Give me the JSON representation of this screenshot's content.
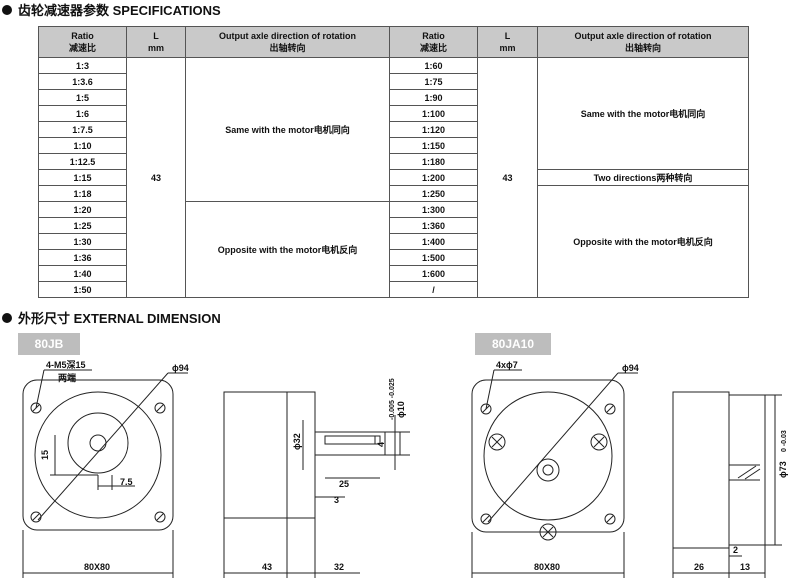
{
  "specs": {
    "title": "齿轮减速器参数 SPECIFICATIONS",
    "headers": {
      "ratio": "Ratio",
      "ratio_cn": "减速比",
      "length": "L",
      "length_unit": "mm",
      "direction": "Output axle direction of rotation",
      "direction_cn": "出轴转向"
    },
    "left_ratios": [
      "1:3",
      "1:3.6",
      "1:5",
      "1:6",
      "1:7.5",
      "1:10",
      "1:12.5",
      "1:15",
      "1:18",
      "1:20",
      "1:25",
      "1:30",
      "1:36",
      "1:40",
      "1:50"
    ],
    "left_L": "43",
    "left_same": "Same with the motor电机同向",
    "left_opposite": "Opposite with the motor电机反向",
    "right_ratios": [
      "1:60",
      "1:75",
      "1:90",
      "1:100",
      "1:120",
      "1:150",
      "1:180",
      "1:200",
      "1:250",
      "1:300",
      "1:360",
      "1:400",
      "1:500",
      "1:600",
      "/"
    ],
    "right_L": "43",
    "right_same": "Same with the motor电机同向",
    "right_two": "Two directions两种转向",
    "right_opposite": "Opposite with the motor电机反向"
  },
  "dimension": {
    "title": "外形尺寸 EXTERNAL DIMENSION",
    "model_a": "80JB",
    "model_b": "80JA10",
    "a_hole": "4-M5深15",
    "a_hole_sub": "两端",
    "a_dia": "ϕ94",
    "a_15": "15",
    "a_75": "7.5",
    "a_width": "80X80",
    "a_side_dia32": "ϕ32",
    "a_side_dia10": "ϕ10",
    "a_side_tol": "-0.005 -0.025",
    "a_side_4": "4",
    "a_side_25": "25",
    "a_side_3": "3",
    "a_side_43": "43",
    "a_side_32": "32",
    "b_hole": "4xϕ7",
    "b_dia": "ϕ94",
    "b_width": "80X80",
    "b_side_dia73": "ϕ73",
    "b_side_tol": "0 -0.03",
    "b_side_2": "2",
    "b_side_26": "26",
    "b_side_13": "13"
  }
}
